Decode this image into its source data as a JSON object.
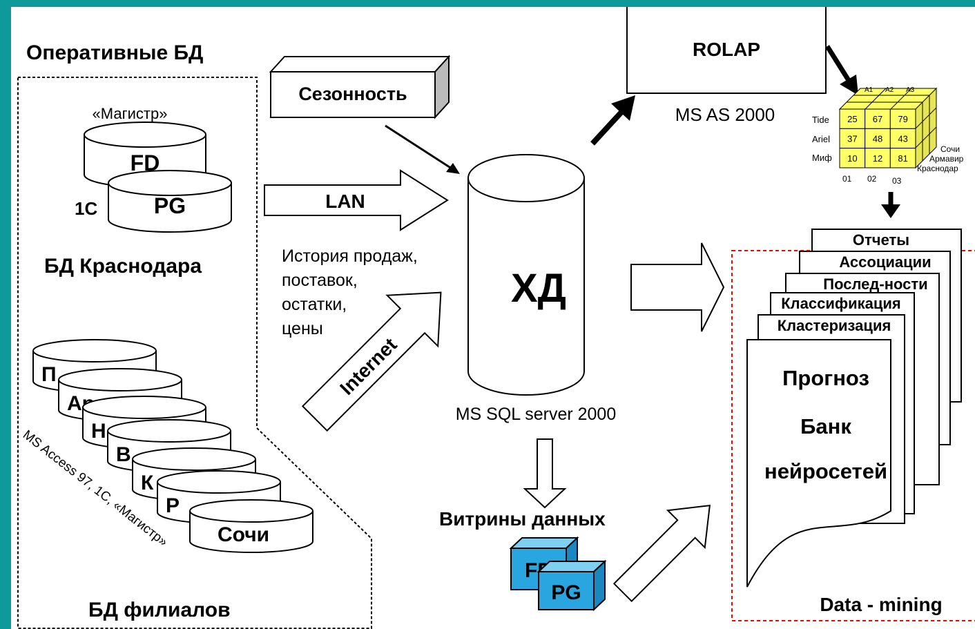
{
  "operative": {
    "title": "Оперативные БД",
    "magistr": "«Магистр»",
    "db_fd": "FD",
    "db_pg": "PG",
    "label_1c": "1С",
    "krasnodar": "БД Краснодара"
  },
  "branches": {
    "stack_labels": [
      "П",
      "Ар",
      "Н",
      "В",
      "К",
      "Р",
      "Сочи"
    ],
    "software": "MS Access 97, 1С, «Магистр»",
    "title": "БД филиалов"
  },
  "sources": {
    "seasonality": "Сезонность",
    "lan": "LAN",
    "internet": "Internet",
    "history": [
      "История продаж,",
      "поставок,",
      "остатки,",
      "цены"
    ]
  },
  "warehouse": {
    "label": "ХД",
    "server": "MS SQL server 2000"
  },
  "rolap": {
    "label": "ROLAP",
    "server": "MS AS 2000"
  },
  "cube": {
    "top_labels": [
      "A1",
      "A2",
      "A3"
    ],
    "row_labels": [
      "Tide",
      "Ariel",
      "Миф"
    ],
    "values": [
      [
        25,
        67,
        79
      ],
      [
        37,
        48,
        43
      ],
      [
        10,
        12,
        81
      ]
    ],
    "col_labels": [
      "01",
      "02",
      "03"
    ],
    "depth_labels": [
      "Сочи",
      "Армавир",
      "Краснодар"
    ]
  },
  "marts": {
    "title": "Витрины данных",
    "box1": "FD",
    "box2": "PG"
  },
  "mining": {
    "pages": [
      "Отчеты",
      "Ассоциации",
      "Послед-ности",
      "Классификация",
      "Кластеризация"
    ],
    "main": [
      "Прогноз",
      "Банк",
      "нейросетей"
    ],
    "title": "Data - mining"
  },
  "colors": {
    "frame": "#0E9A9A",
    "cube": "#FFFF66",
    "mart_box": "#29A6E0",
    "mining_border": "#FF0000"
  }
}
